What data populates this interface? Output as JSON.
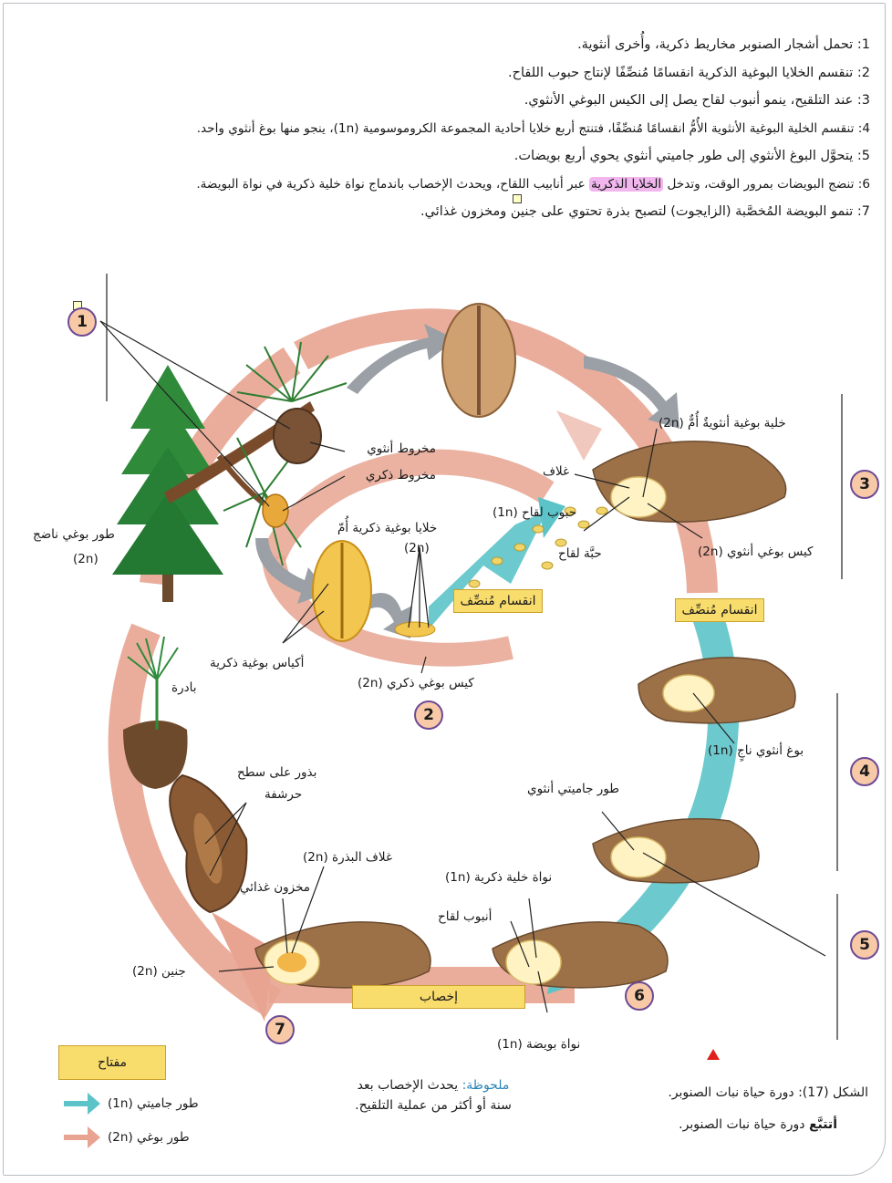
{
  "steps": [
    {
      "num": "1",
      "text": "تحمل أشجار الصنوبر مخاريط ذكرية، وأُخرى أنثوية."
    },
    {
      "num": "2",
      "text": "تنقسم الخلايا البوغية الذكرية انقسامًا مُنصِّفًا لإنتاج حبوب اللقاح."
    },
    {
      "num": "3",
      "text": "عند التلقيح، ينمو أنبوب لقاح يصل إلى الكيس البوغي الأنثوي."
    },
    {
      "num": "4",
      "text": "تنقسم الخلية البوغية الأنثوية الأُمُّ انقسامًا مُنصِّفًا، فتنتج أربع خلايا أحادية المجموعة الكروموسومية (1n)، ينجو منها بوغ أنثوي واحد."
    },
    {
      "num": "5",
      "text": "يتحوَّل البوغ الأنثوي إلى طور جاميتي أنثوي يحوي أربع بويضات."
    },
    {
      "num": "6",
      "text_before": "تنضج البويضات بمرور الوقت، وتدخل ",
      "highlight": "الخلايا الذكرية",
      "text_after": " عبر أنابيب اللقاح، ويحدث الإخصاب باندماج نواة خلية ذكرية في نواة البويضة."
    },
    {
      "num": "7",
      "text": "تنمو البويضة المُخصَّبة (الزايجوت) لتصبح بذرة تحتوي على جنين ومخزون غذائي."
    }
  ],
  "labels": {
    "female_cone": "مخروط أنثوي",
    "male_cone": "مخروط ذكري",
    "mature_sporophyte": "طور بوغي ناضج",
    "mature_sporophyte_ploidy": "(2n)",
    "male_spore_mother": "خلايا بوغية ذكرية أُمّ",
    "male_spore_mother_ploidy": "(2n)",
    "pollen_grains": "حبوب لقاح (1n)",
    "male_sporangia": "أكياس بوغية ذكرية",
    "male_sporangium": "كيس بوغي ذكري (2n)",
    "seedling": "بادرة",
    "female_spore_mother": "خلية بوغية أنثويةٌ أُمٌّ (2n)",
    "integument": "غلاف",
    "female_sporangium": "كيس بوغي أنثوي (2n)",
    "pollen_grain": "حبَّة لقاح",
    "surviving_spore": "بوغ أنثوي ناجٍ (1n)",
    "female_gametophyte": "طور جاميتي أنثوي",
    "seeds_on_scale_1": "بذور على سطح",
    "seeds_on_scale_2": "حرشفة",
    "seed_coat": "غلاف البذرة (2n)",
    "food_store": "مخزون غذائي",
    "sperm_nucleus": "نواة خلية ذكرية (1n)",
    "pollen_tube": "أنبوب لقاح",
    "embryo": "جنين (2n)",
    "egg_nucleus": "نواة بويضة (1n)"
  },
  "boxes": {
    "meiosis_male": "انقسام مُنصِّف",
    "meiosis_female": "انقسام مُنصِّف",
    "fertilization": "إخصاب"
  },
  "badges": [
    "1",
    "2",
    "3",
    "4",
    "5",
    "6",
    "7"
  ],
  "key": {
    "title": "مفتاح",
    "gametophyte": "طور جاميتي (1n)",
    "sporophyte": "طور بوغي (2n)"
  },
  "note": {
    "label": "ملحوظة:",
    "text": " يحدث الإخصاب بعد",
    "line2": "سنة أو أكثر من عملية التلقيح."
  },
  "caption": {
    "text": "الشكل (17): دورة حياة نبات الصنوبر.",
    "instruction_bold": "أتتبَّع",
    "instruction_rest": " دورة حياة نبات الصنوبر."
  },
  "colors": {
    "gametophyte_arrow": "#5cc3c8",
    "sporophyte_arrow": "#e8a491",
    "badge_fill": "#f7c9a6",
    "badge_border": "#6d4a96",
    "box_fill": "#f8dc6c",
    "highlight": "#f2b6ef",
    "caption_triangle": "#e0201c",
    "note_accent": "#2a85b8"
  },
  "icons": [
    "pine-tree-icon",
    "pine-branch-icon",
    "female-cone-icon",
    "male-cone-icon",
    "seedling-icon",
    "seed-scale-icon",
    "ovule-scale-icon",
    "grey-arrow-icon"
  ]
}
